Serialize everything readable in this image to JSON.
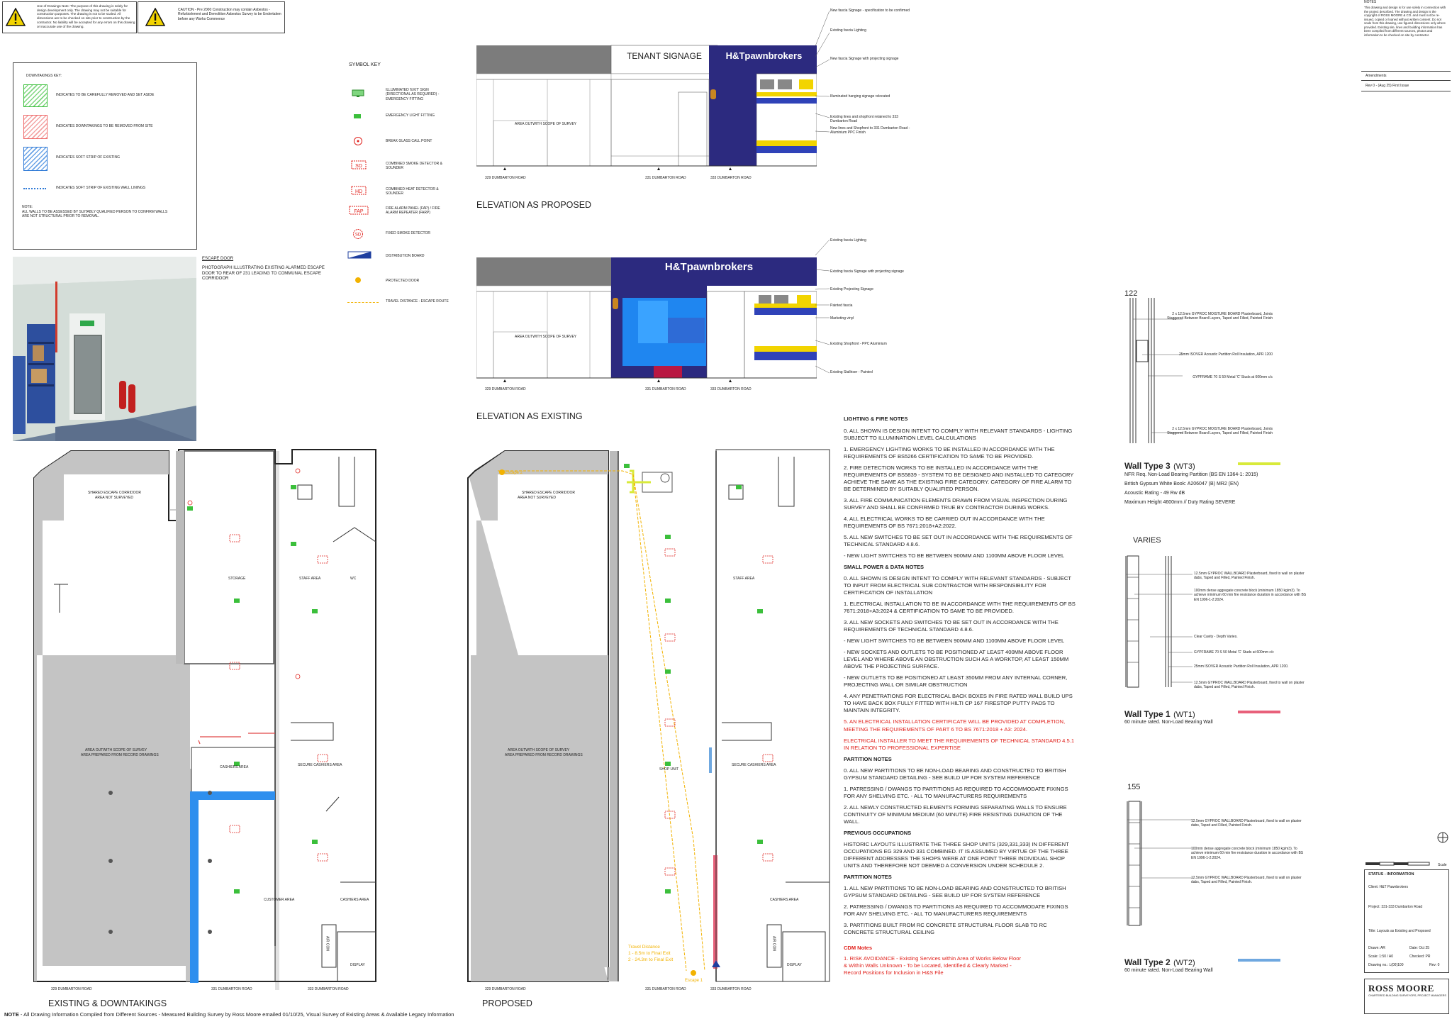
{
  "warnings": {
    "left": "Use of Drawings Note: The purpose of this drawing is solely for design development only. The drawing may not be suitable for construction purposes. The drawing is not to be scaled. All dimensions are to be checked on site prior to construction by the contractor. No liability will be accepted for any errors on this drawing or inaccurate use of the drawing.",
    "right": "CAUTION - Pre 2000 Construction may contain Asbestos - Refurbishment and Demolition Asbestos Survey to be Undertaken before any Works Commence"
  },
  "downtakings_key": {
    "title": "DOWNTAKINGS KEY:",
    "items": [
      {
        "label": "INDICATES TO BE CAREFULLY REMOVED AND SET ASIDE",
        "color": "#3bbf3b"
      },
      {
        "label": "INDICATES DOWNTAKINGS TO BE REMOVED FROM SITE",
        "color": "#ef6a6a"
      },
      {
        "label": "INDICATES SOFT STRIP OF EXISTING",
        "color": "#2f7ad6"
      },
      {
        "label": "INDICATES SOFT STRIP OF EXISTING WALL LININGS",
        "color": "#2f7ad6"
      }
    ],
    "note_title": "NOTE:",
    "note": "ALL WALLS TO BE ASSESSED BY SUITABLY QUALIFIED PERSON TO CONFIRM WALLS ARE NOT STRUCTURAL PRIOR TO REMOVAL."
  },
  "escape_door": {
    "title": "ESCAPE DOOR",
    "caption": "PHOTOGRAPH ILLUSTRATING EXISTING ALARMED ESCAPE DOOR TO REAR OF 231 LEADING TO COMMUNAL ESCAPE CORRIDOOR"
  },
  "symbol_key": {
    "title": "SYMBOL KEY",
    "items": [
      {
        "sym": "exit",
        "label": "ILLUMINATED 'EXIT' SIGN (DIRECTIONAL AS REQUIRED) - EMERGENCY FITTING"
      },
      {
        "sym": "em",
        "label": "EMERGENCY LIGHT FITTING"
      },
      {
        "sym": "call",
        "label": "BREAK GLASS CALL POINT"
      },
      {
        "sym": "SD",
        "label": "COMBINED SMOKE DETECTOR & SOUNDER"
      },
      {
        "sym": "HD",
        "label": "COMBINED HEAT DETECTOR & SOUNDER"
      },
      {
        "sym": "FAP",
        "label": "FIRE ALARM PANEL (FAP) / FIRE ALARM REPEATER (FARP)"
      },
      {
        "sym": "FSD",
        "label": "FIXED SMOKE DETECTOR"
      },
      {
        "sym": "db",
        "label": "DISTRIBUTION BOARD"
      },
      {
        "sym": "door",
        "label": "PROTECTED DOOR"
      },
      {
        "sym": "travel",
        "label": "TRAVEL DISTANCE - ESCAPE ROUTE"
      }
    ]
  },
  "elevations": {
    "proposed": {
      "title": "ELEVATION AS PROPOSED",
      "signage": "TENANT SIGNAGE",
      "brand": "H&Tpawnbrokers",
      "area_label": "AREA OUTWITH SCOPE OF SURVEY",
      "road_labels": [
        "329 DUMBARTON ROAD",
        "331 DUMBARTON ROAD",
        "333 DUMBARTON ROAD"
      ],
      "callouts": [
        "New fascia Signage - specification to be confirmed",
        "Existing fascia Lighting",
        "New fascia Signage with projecting signage",
        "Illuminated hanging signage relocated",
        "Existing lines and shopfront retained to 333 Dumbarton Road",
        "New lines and Shopfront to 331 Dumbarton Road - Aluminium PPC Finish"
      ]
    },
    "existing": {
      "title": "ELEVATION AS EXISTING",
      "brand": "H&Tpawnbrokers",
      "area_label": "AREA OUTWITH SCOPE OF SURVEY",
      "road_labels": [
        "329 DUMBARTON ROAD",
        "331 DUMBARTON ROAD",
        "333 DUMBARTON ROAD"
      ],
      "callouts": [
        "Existing fascia Lighting",
        "Existing fascia Signage with projecting signage",
        "Existing Projecting Signage",
        "Painted fascia",
        "Marketing vinyl",
        "Existing Shopfront - PPC Aluminium",
        "Existing Stallriser - Painted"
      ]
    }
  },
  "plans": {
    "existing": {
      "title": "EXISTING & DOWNTAKINGS",
      "rooms": [
        "SHARED ESCAPE CORRIDOOR",
        "AREA NOT SURVEYED",
        "STORAGE",
        "STAFF AREA",
        "WC",
        "AREA OUTWITH SCOPE OF SURVEY",
        "AREA PREPARED FROM RECORD DRAWINGS",
        "CASHIERS AREA",
        "SECURE CASHIERS AREA",
        "CUSTOMER AREA",
        "AIR CON",
        "DISPLAY"
      ],
      "road_labels": [
        "329 DUMBARTON ROAD",
        "331 DUMBARTON ROAD",
        "333 DUMBARTON ROAD"
      ]
    },
    "proposed": {
      "title": "PROPOSED",
      "rooms": [
        "SHARED ESCAPE CORRIDOOR",
        "AREA NOT SURVEYED",
        "STAFF AREA",
        "AREA OUTWITH SCOPE OF SURVEY",
        "AREA PREPARED FROM RECORD DRAWINGS",
        "SHOP UNIT",
        "SECURE CASHIERS AREA",
        "CASHIERS AREA",
        "DISPLAY",
        "AIR CON"
      ],
      "travel": [
        "Travel Distance",
        "1 - 8.5m to Final Exit",
        "2 - 24.3m to Final Exit"
      ],
      "exit_labels": [
        "Escape 1",
        "Escape 2"
      ],
      "road_labels": [
        "329 DUMBARTON ROAD",
        "331 DUMBARTON ROAD",
        "333 DUMBARTON ROAD"
      ]
    }
  },
  "notes": {
    "lighting_title": "LIGHTING & FIRE NOTES",
    "lighting": [
      "0. ALL SHOWN IS DESIGN INTENT TO COMPLY WITH RELEVANT STANDARDS - LIGHTING SUBJECT TO ILLUMINATION LEVEL CALCULATIONS",
      "1. EMERGENCY LIGHTING WORKS TO BE INSTALLED IN ACCORDANCE WITH THE REQUIREMENTS OF BS5266 CERTIFICATION TO SAME TO BE PROVIDED.",
      "2. FIRE DETECTION WORKS TO BE INSTALLED IN ACCORDANCE WITH THE REQUIREMENTS OF BS5839 - SYSTEM TO BE DESIGNED AND INSTALLED TO CATEGORY ACHIEVE THE SAME AS THE EXISTING FIRE CATEGORY. CATEGORY OF FIRE ALARM TO BE DETERMINED BY SUITABLY QUALIFIED PERSON.",
      "3. ALL FIRE COMMUNICATION ELEMENTS DRAWN FROM VISUAL INSPECTION DURING SURVEY AND SHALL BE CONFIRMED TRUE BY CONTRACTOR DURING WORKS.",
      "4. ALL ELECTRICAL WORKS TO BE CARRIED OUT IN ACCORDANCE WITH THE REQUIREMENTS OF BS 7671:2018+A2:2022.",
      "5. ALL NEW SWITCHES TO BE SET OUT IN ACCORDANCE WITH THE REQUIREMENTS OF TECHNICAL STANDARD 4.8.6.",
      "- NEW LIGHT SWITCHES TO BE BETWEEN 900MM AND 1100MM ABOVE FLOOR LEVEL"
    ],
    "power_title": "SMALL POWER & DATA NOTES",
    "power": [
      "0. ALL SHOWN IS DESIGN INTENT TO COMPLY WITH RELEVANT STANDARDS - SUBJECT TO INPUT FROM ELECTRICAL SUB CONTRACTOR WITH RESPONSIBILITY FOR CERTIFICATION OF INSTALLATION",
      "1. ELECTRICAL INSTALLATION TO BE IN ACCORDANCE WITH THE REQUIREMENTS OF BS 7671:2018+A3:2024 & CERTIFICATION TO SAME TO BE PROVIDED.",
      "3. ALL NEW SOCKETS AND SWITCHES TO BE SET OUT IN ACCORDANCE WITH THE REQUIREMENTS OF TECHNICAL STANDARD 4.8.6.",
      "- NEW LIGHT SWITCHES TO BE BETWEEN 900MM AND 1100MM ABOVE FLOOR LEVEL",
      "- NEW SOCKETS AND OUTLETS TO BE POSITIONED AT LEAST 400MM ABOVE FLOOR LEVEL AND WHERE ABOVE AN OBSTRUCTION SUCH AS A WORKTOP, AT LEAST 150MM ABOVE THE PROJECTING SURFACE.",
      "- NEW OUTLETS TO BE POSITIONED AT LEAST 350MM FROM ANY INTERNAL CORNER, PROJECTING WALL OR SIMILAR OBSTRUCTION",
      "4. ANY PENETRATIONS FOR ELECTRICAL BACK BOXES IN FIRE RATED WALL BUILD UPS TO HAVE BACK BOX FULLY FITTED WITH HILTI CP 167 FIRESTOP PUTTY PADS TO MAINTAIN INTEGRITY."
    ],
    "power_red": [
      "5. AN ELECTRICAL INSTALLATION CERTIFICATE WILL BE PROVIDED AT COMPLETION, MEETING THE REQUIREMENTS OF PART 6 TO BS 7671:2018 + A3: 2024.",
      "ELECTRICAL INSTALLER TO MEET THE REQUIREMENTS OF TECHNICAL STANDARD 4.5.1 IN RELATION TO PROFESSIONAL EXPERTISE"
    ],
    "partition_title": "PARTITION NOTES",
    "partition": [
      "0. ALL NEW PARTITIONS TO BE NON-LOAD BEARING AND CONSTRUCTED TO BRITISH GYPSUM STANDARD DETAILING - SEE BUILD UP FOR SYSTEM REFERENCE",
      "1. PATRESSING / DWANGS TO PARTITIONS AS REQUIRED TO ACCOMMODATE FIXINGS FOR ANY SHELVING ETC. - ALL TO MANUFACTURERS REQUIREMENTS",
      "2. ALL NEWLY CONSTRUCTED ELEMENTS FORMING SEPARATING WALLS TO ENSURE CONTINUITY OF MINIMUM MEDIUM (60 MINUTE) FIRE RESISTING DURATION OF THE WALL."
    ],
    "previous_title": "PREVIOUS OCCUPATIONS",
    "previous": [
      "HISTORIC LAYOUTS ILLUSTRATE THE THREE SHOP UNITS (329,331,333) IN DIFFERENT OCCUPATIONS EG 329 AND 331 COMBINED. IT IS ASSUMED BY VIRTUE OF THE THREE DIFFERENT ADDRESSES THE SHOPS WERE AT ONE POINT THREE INDIVIDUAL SHOP UNITS AND THEREFORE NOT DEEMED A CONVERSION UNDER SCHEDULE 2."
    ],
    "partition2_title": "PARTITION NOTES",
    "partition2": [
      "1. ALL NEW PARTITIONS TO BE NON-LOAD BEARING AND CONSTRUCTED TO BRITISH GYPSUM STANDARD DETAILING - SEE BUILD UP FOR SYSTEM REFERENCE",
      "2. PATRESSING / DWANGS TO PARTITIONS AS REQUIRED TO ACCOMMODATE FIXINGS FOR ANY SHELVING ETC. - ALL TO MANUFACTURERS REQUIREMENTS",
      "3. PARTITIONS BUILT FROM RC CONCRETE STRUCTURAL FLOOR SLAB TO RC CONCRETE STRUCTURAL CEILING"
    ],
    "cdm_title": "CDM Notes",
    "cdm": "1. RISK AVOIDANCE - Existing Services within Area of Works Below Floor & Within Walls Unknown - To be Located, Identified & Clearly Marked - Record Positions for Inclusion in H&S File"
  },
  "walls": {
    "wt3": {
      "dim": "122",
      "title": "Wall Type 3",
      "code": "(WT3)",
      "color": "#d8ea3a",
      "specs": [
        "NFR Req. Non-Load Bearing Partition (BS EN 1364-1: 2015)",
        "British Gypsum White Book: A206047 (B) MR2 (EN)",
        "Acoustic Rating - 49 Rw dB",
        "Maximum Height 4600mm // Duty Rating SEVERE"
      ],
      "layers": [
        "2 x 12.5mm GYPROC MOISTURE BOARD Plasterboard, Joints Staggered Between Board Layers, Taped and Filled, Painted Finish",
        "25mm ISOVER Acoustic Partition Roll Insulation, APR 1200",
        "GYPFRAME 70 S 50 Metal 'C' Studs at 600mm c/c",
        "2 x 12.5mm GYPROC MOISTURE BOARD Plasterboard, Joints Staggered Between Board Layers, Taped and Filled, Painted Finish"
      ]
    },
    "wt1": {
      "dim": "VARIES",
      "title": "Wall Type 1",
      "code": "(WT1)",
      "color": "#e8607a",
      "sub": "60 minute rated. Non-Load Bearing Wall",
      "layers": [
        "12.5mm GYPROC WALLBOARD Plasterboard, fixed to wall on plaster dabs, Taped and Filled, Painted Finish.",
        "100mm dense aggregate concrete block (minimum 1850 kg/m3). To achieve minimum 60 min fire resistance duration in accordance with BS EN 1996-1-2:2024.",
        "Clear Cavity - Depth Varies.",
        "GYPFRAME 70 S 50 Metal 'C' Studs at 600mm c/c",
        "25mm ISOVER Acoustic Partition Roll Insulation, APR 1200.",
        "12.5mm GYPROC WALLBOARD Plasterboard, fixed to wall on plaster dabs, Taped and Filled, Painted Finish."
      ]
    },
    "wt2": {
      "dim": "155",
      "title": "Wall Type 2",
      "code": "(WT2)",
      "color": "#6fa8e0",
      "sub": "60 minute rated. Non-Load Bearing Wall",
      "layers": [
        "12.5mm GYPROC WALLBOARD Plasterboard, fixed to wall on plaster dabs, Taped and Filled, Painted Finish.",
        "100mm dense aggregate concrete block (minimum 1850 kg/m3). To achieve minimum 60 min fire resistance duration in accordance with BS EN 1996-1-2:2024.",
        "12.5mm GYPROC WALLBOARD Plasterboard, fixed to wall on plaster dabs, Taped and Filled, Painted Finish."
      ]
    }
  },
  "title_block": {
    "notes_title": "NOTES",
    "notes_text": "This drawing and design is for use solely in connection with the project described. The drawing and design is the copyright of ROSS MOORE & CO. and must not be re-issued, copied or loaned without written consent. Do not scale from this drawing, use figured dimensions only where provided. Existing site, lines and building information has been compiled from different sources, photos and information to be checked on site by contractor.",
    "amendments_title": "Amendments",
    "amendment": "Rev 0 - (Aug 25) First Issue",
    "scale_label": "Scale",
    "status": "STATUS - INFORMATION",
    "client": "Client: H&T Pawnbrokers",
    "project": "Project: 331-333 Dumbarton Road",
    "drawing_title": "Title: Layouts as Existing and Proposed",
    "drawn": "Drawn:  AR",
    "date": "Date:  Oct 25",
    "scale": "Scale:  1:50 / A0",
    "checked": "Checked:  PR",
    "drawing_no": "Drawing no.:  L(00)100",
    "rev": "Rev:  0",
    "company": "ROSS MOORE",
    "company_sub": "CHARTERED BUILDING SURVEYORS, PROJECT MANAGERS"
  },
  "footer": {
    "note_label": "NOTE",
    "note": " - All Drawing Information Compiled from Different Sources - Measured Building Survey by Ross Moore emailed 01/10/25, Visual Survey of Existing Areas & Available Legacy Information"
  }
}
